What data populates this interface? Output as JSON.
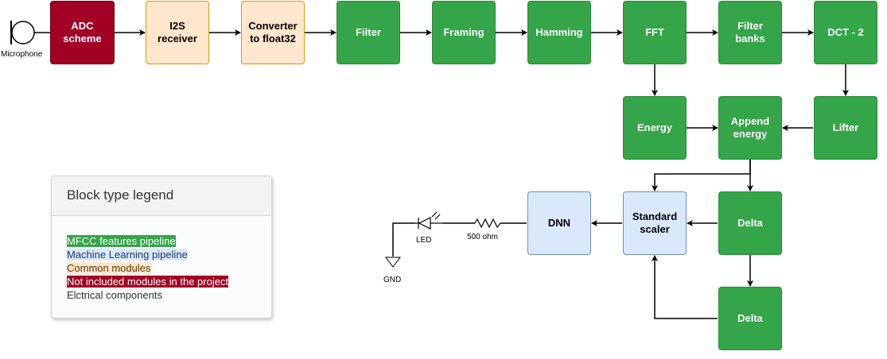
{
  "blocks": {
    "adc": "ADC\nscheme",
    "i2s": "I2S\nreceiver",
    "converter": "Converter\nto float32",
    "filter": "Filter",
    "framing": "Framing",
    "hamming": "Hamming",
    "fft": "FFT",
    "filter_banks": "Filter\nbanks",
    "dct2": "DCT - 2",
    "energy": "Energy",
    "append_energy": "Append\nenergy",
    "lifter": "Lifter",
    "dnn": "DNN",
    "standard_scaler": "Standard\nscaler",
    "delta1": "Delta",
    "delta2": "Delta"
  },
  "components": {
    "microphone": "Microphone",
    "led": "LED",
    "resistor": "500 ohm",
    "gnd": "GND"
  },
  "legend": {
    "title": "Block type legend",
    "items": [
      {
        "text": "MFCC features pipeline",
        "bg": "#34a548",
        "color": "#ffffff"
      },
      {
        "text": "Machine Learning pipeline",
        "bg": "#dae8fc",
        "color": "#1f3b63"
      },
      {
        "text": "Common modules",
        "bg": "#ffe6cc",
        "color": "#5a3a00"
      },
      {
        "text": "Not included modules in the project",
        "bg": "#a20025",
        "color": "#ffffff"
      },
      {
        "text": "Elctrical components",
        "bg": "",
        "color": "#333333"
      }
    ]
  },
  "colors": {
    "mfcc": "#34a548",
    "ml": "#dae8fc",
    "common": "#ffe6cc",
    "excluded": "#a20025",
    "edge": "#000000"
  }
}
